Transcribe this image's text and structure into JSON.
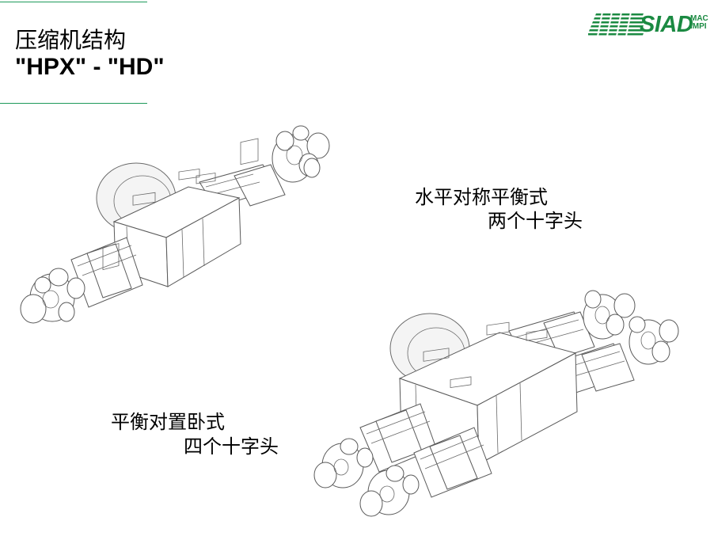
{
  "title": {
    "line1": "压缩机结构",
    "line2": "\"HPX\" - \"HD\""
  },
  "logo": {
    "name": "SIAD",
    "sub_line1": "MAC",
    "sub_line2": "IMPI",
    "color": "#1b8a42"
  },
  "accent_color": "#1e9a5a",
  "captions": {
    "hpx": {
      "line1": "水平对称平衡式",
      "line2": "两个十字头"
    },
    "hd": {
      "line1": "平衡对置卧式",
      "line2": "四个十字头"
    }
  }
}
